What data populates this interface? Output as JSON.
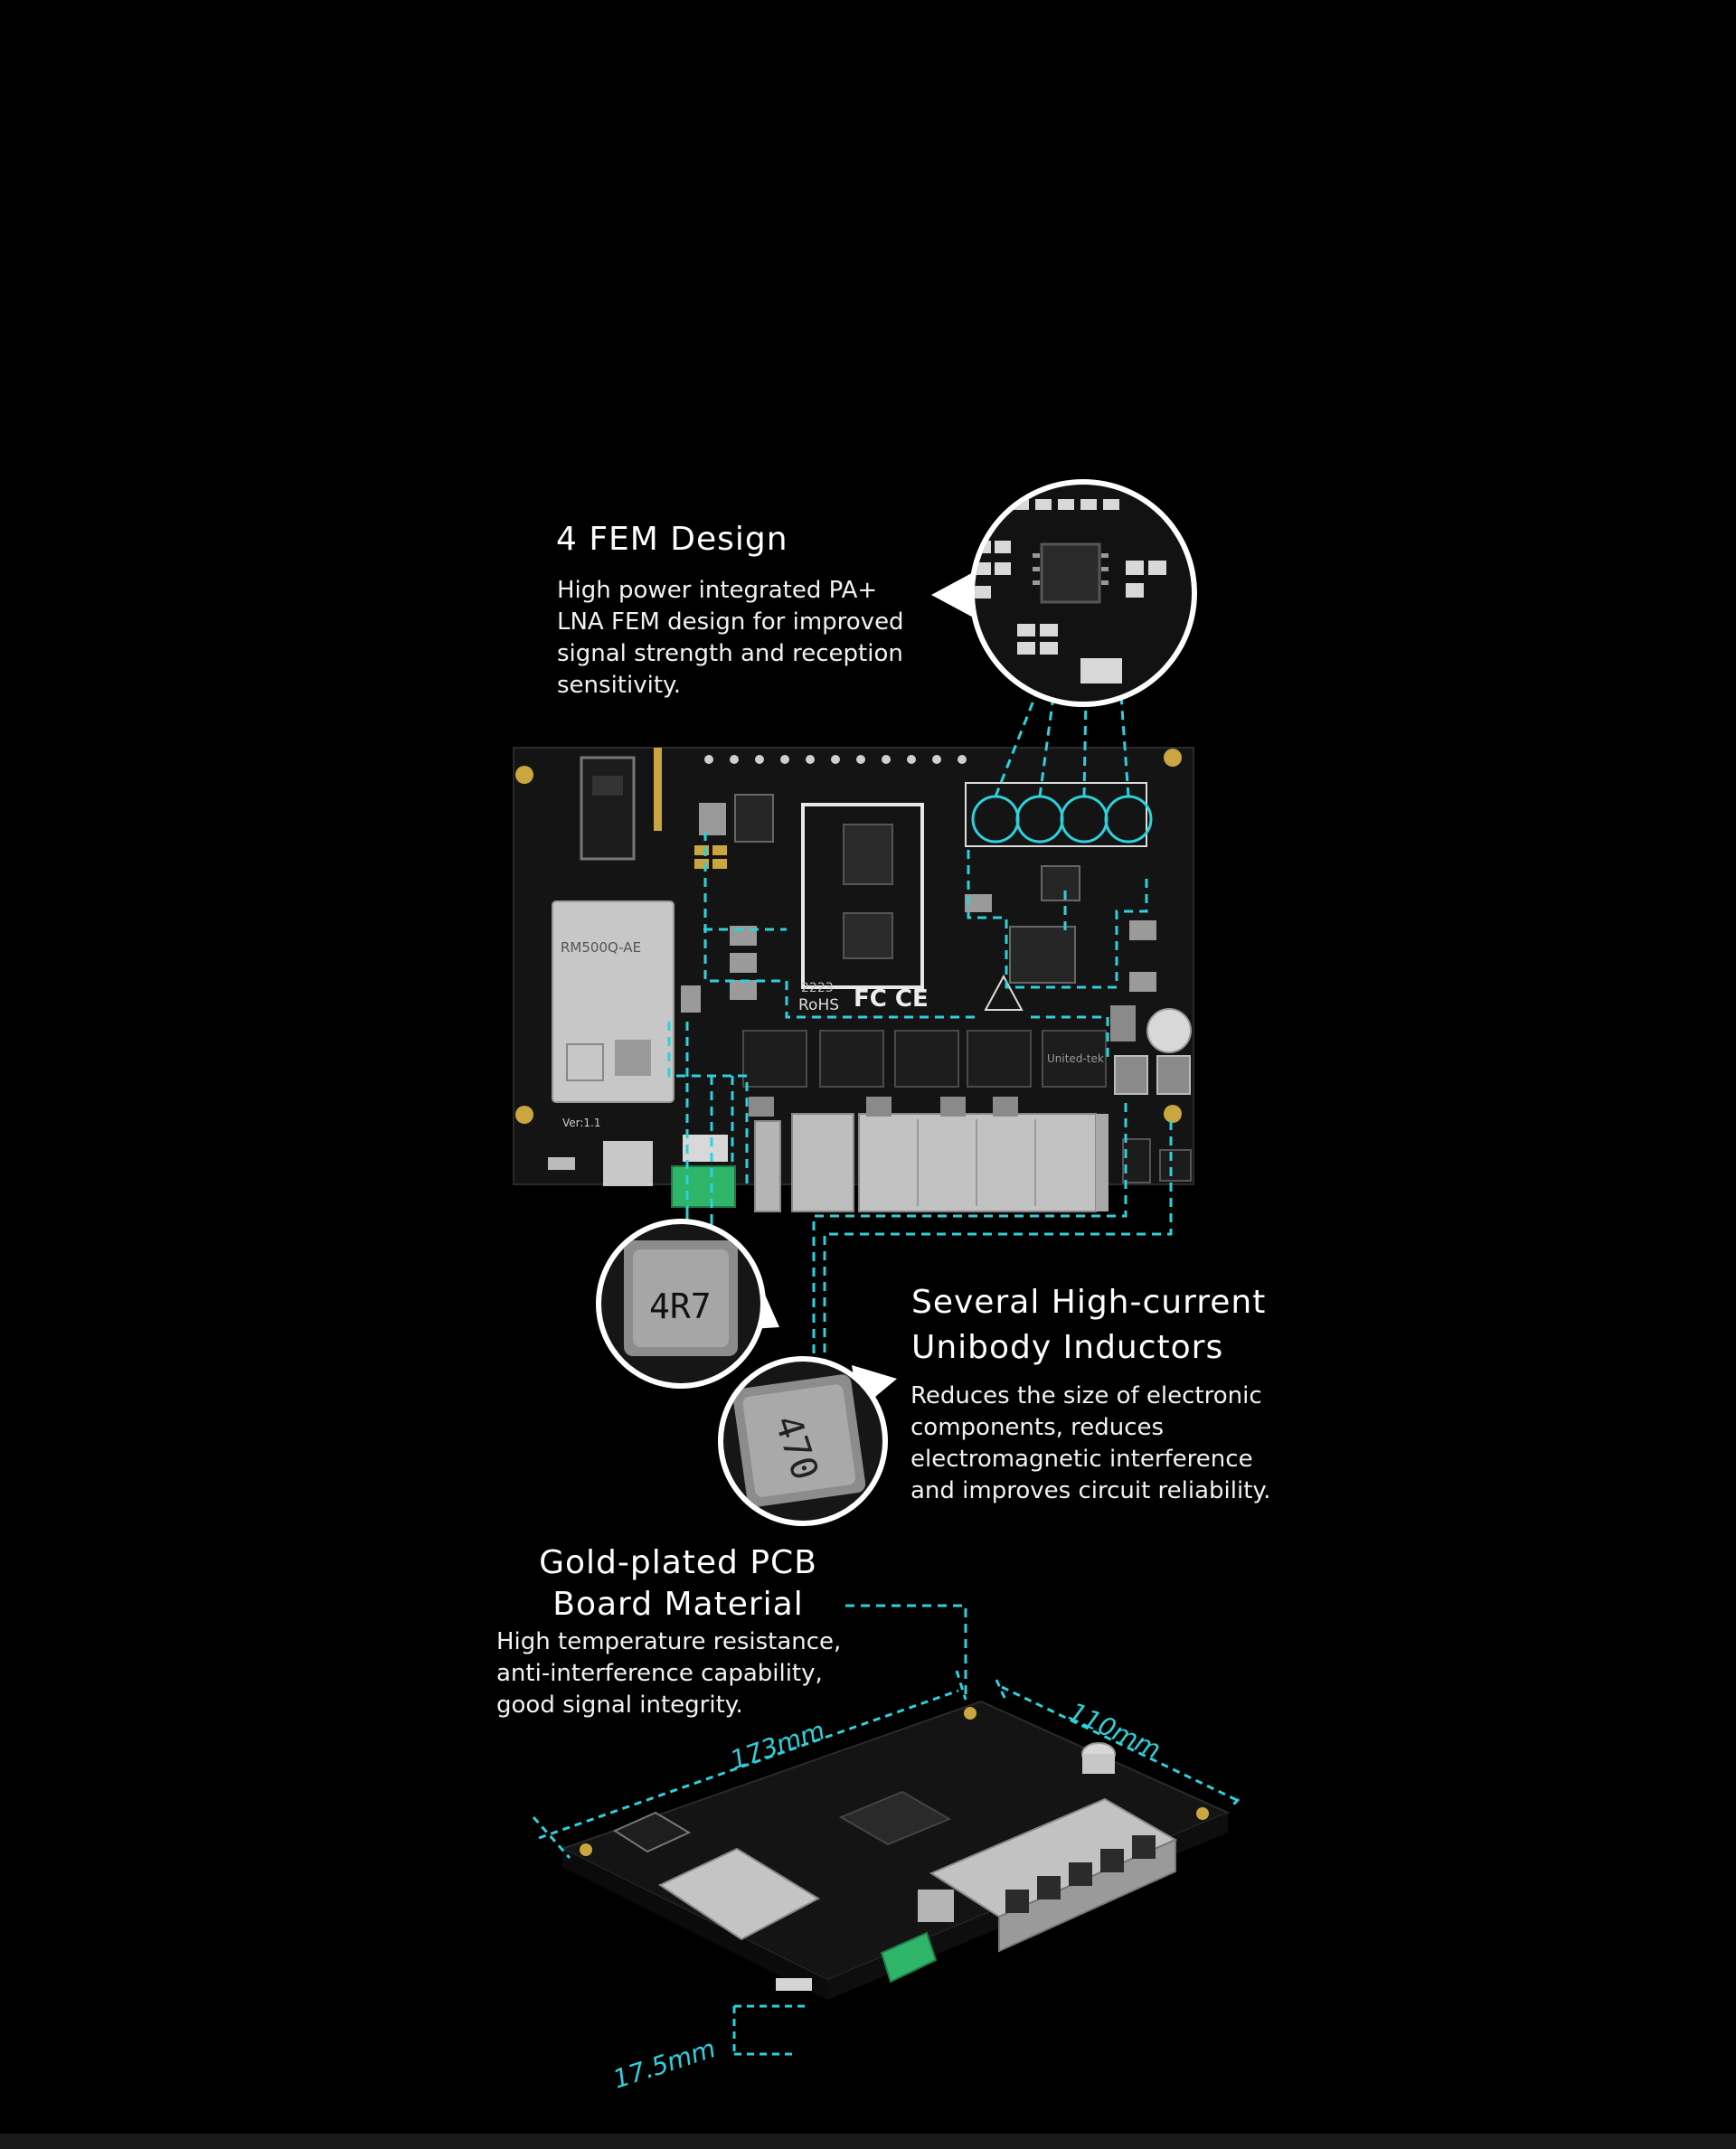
{
  "colors": {
    "background": "#000000",
    "accent": "#2ed0dc",
    "board": "#141414",
    "text": "#ffffff"
  },
  "fem": {
    "title": "4 FEM Design",
    "lines": [
      "High power integrated PA+",
      "LNA FEM design for improved",
      "signal strength and reception",
      "sensitivity."
    ]
  },
  "inductors": {
    "title_lines": [
      "Several High-current",
      "Unibody Inductors"
    ],
    "lines": [
      "Reduces the size of electronic",
      "components, reduces",
      "electromagnetic interference",
      "and improves circuit reliability."
    ],
    "marking_1": "4R7",
    "marking_2": "470"
  },
  "pcb": {
    "title_lines": [
      "Gold-plated PCB",
      "Board Material"
    ],
    "lines": [
      "High temperature resistance,",
      "anti-interference capability,",
      "good signal integrity."
    ]
  },
  "board_markings": {
    "module": "RM500Q-AE",
    "rohs": "RoHS",
    "certs": "FC CE",
    "date": "2223",
    "version": "Ver:1.1",
    "transformer": "United-tek"
  },
  "dimensions": {
    "length": "173mm",
    "width": "110mm",
    "height": "17.5mm"
  }
}
